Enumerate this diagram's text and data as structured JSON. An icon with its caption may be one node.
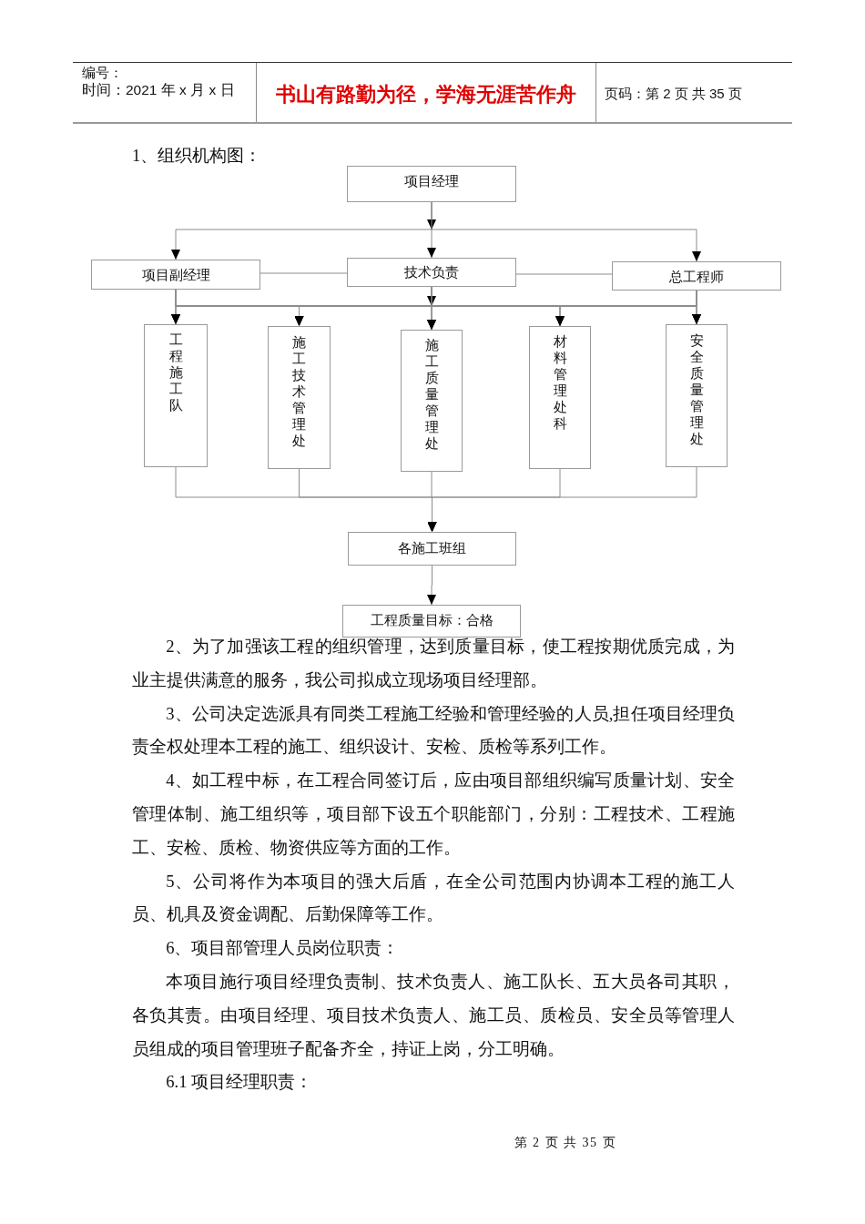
{
  "diagram": {
    "nodes": [
      {
        "text": [
          "项目经理"
        ]
      },
      {
        "text": [
          "项目副经理"
        ]
      },
      {
        "text": [
          "技术负责"
        ]
      },
      {
        "text": [
          "总工程师"
        ]
      },
      {
        "text": [
          "工程施工队"
        ]
      },
      {
        "text": [
          "施工技术管理处"
        ]
      },
      {
        "text": [
          "施工质量管理处"
        ]
      },
      {
        "text": [
          "材料管理处科"
        ]
      },
      {
        "text": [
          "安全质量管理处"
        ]
      },
      {
        "text": [
          "各施工班组"
        ]
      },
      {
        "text": [
          "工程质量目标：合格"
        ]
      }
    ],
    "edges": [
      {
        "from": 0,
        "to": 1,
        "arrow": "to"
      },
      {
        "from": 0,
        "to": 2,
        "arrow": "to"
      },
      {
        "from": 0,
        "to": 3,
        "arrow": "to"
      },
      {
        "from": 1,
        "to": 2,
        "arrow": "none"
      },
      {
        "from": 2,
        "to": 3,
        "arrow": "none"
      },
      {
        "from": 1,
        "to": 4,
        "arrow": "to"
      },
      {
        "from": 1,
        "to": 5,
        "arrow": "to"
      },
      {
        "from": 1,
        "to": 6,
        "arrow": "to"
      },
      {
        "from": 1,
        "to": 7,
        "arrow": "to"
      },
      {
        "from": 1,
        "to": 8,
        "arrow": "to"
      },
      {
        "from": 2,
        "to": 4,
        "arrow": "to"
      },
      {
        "from": 2,
        "to": 5,
        "arrow": "to"
      },
      {
        "from": 2,
        "to": 6,
        "arrow": "to"
      },
      {
        "from": 2,
        "to": 7,
        "arrow": "to"
      },
      {
        "from": 2,
        "to": 8,
        "arrow": "to"
      },
      {
        "from": 3,
        "to": 4,
        "arrow": "to"
      },
      {
        "from": 3,
        "to": 5,
        "arrow": "to"
      },
      {
        "from": 3,
        "to": 6,
        "arrow": "to"
      },
      {
        "from": 3,
        "to": 7,
        "arrow": "to"
      },
      {
        "from": 3,
        "to": 8,
        "arrow": "to"
      },
      {
        "from": 4,
        "to": 9,
        "arrow": "to"
      },
      {
        "from": 5,
        "to": 9,
        "arrow": "to"
      },
      {
        "from": 6,
        "to": 9,
        "arrow": "to"
      },
      {
        "from": 7,
        "to": 9,
        "arrow": "to"
      },
      {
        "from": 8,
        "to": 9,
        "arrow": "to"
      },
      {
        "from": 9,
        "to": 10,
        "arrow": "to"
      }
    ],
    "labels": [
      "编号：",
      "时间：2021 年 x 月 x 日",
      "书山有路勤为径，学海无涯苦作舟",
      "页码：第 2 页 共 35 页",
      "1、组织机构图：",
      "2、为了加强该工程的组织管理，达到质量目标，使工程按期优质完成，为业主提供满意的服务，我公司拟成立现场项目经理部。",
      "3、公司决定选派具有同类工程施工经验和管理经验的人员,担任项目经理负责全权处理本工程的施工、组织设计、安检、质检等系列工作。",
      "4、如工程中标，在工程合同签订后，应由项目部组织编写质量计划、安全管理体制、施工组织等，项目部下设五个职能部门，分别：工程技术、工程施工、安检、质检、物资供应等方面的工作。",
      "5、公司将作为本项目的强大后盾，在全公司范围内协调本工程的施工人员、机具及资金调配、后勤保障等工作。",
      "6、项目部管理人员岗位职责：",
      "本项目施行项目经理负责制、技术负责人、施工队长、五大员各司其职，各负其责。由项目经理、项目技术负责人、施工员、质检员、安全员等管理人员组成的项目管理班子配备齐全，持证上岗，分工明确。",
      "6.1 项目经理职责：",
      "第 2 页 共 35 页"
    ]
  }
}
